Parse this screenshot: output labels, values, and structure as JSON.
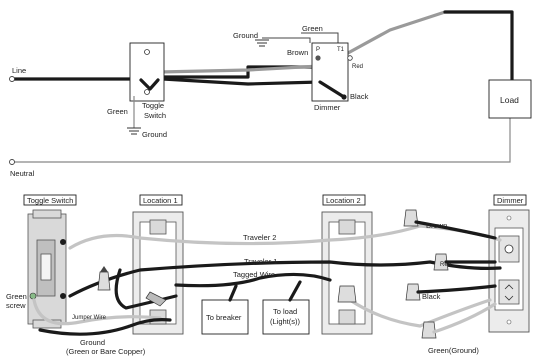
{
  "top": {
    "line_label": "Line",
    "neutral_label": "Neutral",
    "toggle_label_1": "Toggle",
    "toggle_label_2": "Switch",
    "ground_left_label": "Ground",
    "green_left_label": "Green",
    "ground_top_label": "Ground",
    "green_top_label": "Green",
    "brown_label": "Brown",
    "red_label": "Red",
    "black_label": "Black",
    "dimmer_label": "Dimmer",
    "load_label": "Load",
    "terminal_p": "P",
    "terminal_t": "T1"
  },
  "bottom": {
    "toggle_switch_tag": "Toggle Switch",
    "location1_tag": "Location 1",
    "location2_tag": "Location 2",
    "dimmer_tag": "Dimmer",
    "traveler2": "Traveler 2",
    "traveler1": "Traveler 1",
    "tagged_wire": "Tagged Wire",
    "to_breaker": "To breaker",
    "to_load_1": "To load",
    "to_load_2": "(Light(s))",
    "green_screw_1": "Green",
    "green_screw_2": "screw",
    "jumper_wire": "Jumper Wire",
    "ground_1": "Ground",
    "ground_2": "(Green or Bare Copper)",
    "brown": "Brown",
    "red": "Red",
    "black": "Black",
    "green_ground": "Green(Ground)"
  }
}
